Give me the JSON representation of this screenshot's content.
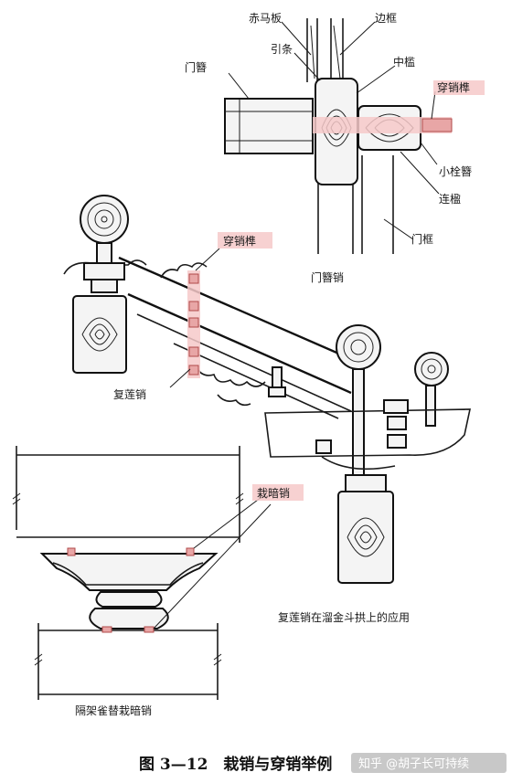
{
  "labels": {
    "chimaban": "赤马板",
    "yintiao": "引条",
    "bianting": "边框",
    "zhongjian": "中槛",
    "menzan": "门簪",
    "chuanxiao_sun": "穿销榫",
    "xiaojiujie": "小栓簪",
    "xuanjian": "连楹",
    "menkuang": "门框",
    "mensuanxiao": "门簪销",
    "chuanxiao_sun2": "穿销榫",
    "fulianxiao": "复莲销",
    "zaianxiao": "栽暗销",
    "fulian_caption": "复莲销在溜金斗拱上的应用",
    "geque_caption": "隔架雀替栽暗销"
  },
  "figure": {
    "caption": "图 3—12　栽销与穿销举例"
  },
  "watermark": "知乎 @胡子长可持续",
  "colors": {
    "highlight": "#f6c9c9",
    "ink": "#1a1a1a"
  }
}
